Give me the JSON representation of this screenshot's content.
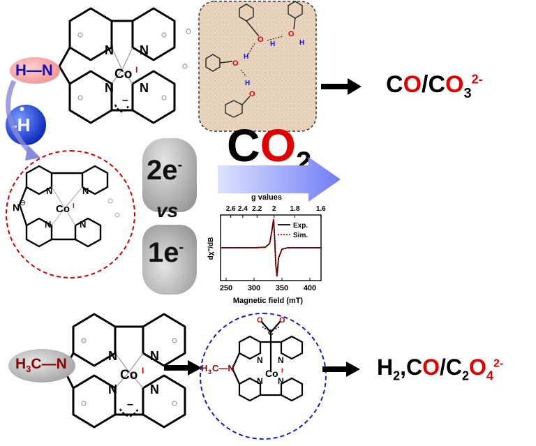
{
  "top": {
    "nh_label": "H—N",
    "metal": "Co",
    "ox": "I",
    "hydrogen_atom": "-H",
    "hydrogen_dot": "•"
  },
  "phenol_box": {
    "atoms": [
      "O",
      "H",
      "O",
      "H",
      "O",
      "H",
      "O",
      "H"
    ]
  },
  "products_top": {
    "co_c": "C",
    "co_o": "O",
    "slash": "/",
    "co3_c": "C",
    "co3_o": "O",
    "co3_sub": "3",
    "co3_sup": "2-"
  },
  "co2": {
    "c": "C",
    "o": "O",
    "sub": "2"
  },
  "electrons": {
    "two": "2e",
    "two_sup": "-",
    "vs": "vs",
    "one": "1e",
    "one_sup": "-"
  },
  "circle_complex": {
    "n_minus": "N",
    "minus": "⊖",
    "metal": "Co",
    "ox": "I"
  },
  "epr": {
    "top_title": "g values",
    "g_ticks": [
      "2.6",
      "2.4",
      "2.2",
      "2",
      "1.8",
      "1.6"
    ],
    "ylabel": "dχ''/dB",
    "xlabel": "Magnetic field (mT)",
    "x_ticks": [
      "250",
      "300",
      "350",
      "400"
    ],
    "legend": [
      {
        "name": "Exp.",
        "color": "#000000",
        "style": "solid"
      },
      {
        "name": "Sim.",
        "color": "#cc0000",
        "style": "dotted"
      }
    ]
  },
  "bottom": {
    "methyl": "H",
    "methyl_sub": "3",
    "methyl_c": "C—N",
    "metal": "Co",
    "ox": "I",
    "adduct_methyl": "H",
    "adduct_sub": "3",
    "adduct_c": "C—N",
    "adduct_co2_c": "C",
    "adduct_o1": "O",
    "adduct_o2": "O"
  },
  "products_bottom": {
    "h": "H",
    "h_sub": "2",
    "comma": ",",
    "c1": "C",
    "o1": "O",
    "slash": "/",
    "c2": "C",
    "c2_sub": "2",
    "o2": "O",
    "o2_sub": "4",
    "sup": "2-"
  },
  "chart_data": {
    "type": "line",
    "title": "",
    "xlabel": "Magnetic field (mT)",
    "ylabel": "dχ''/dB",
    "xlim": [
      240,
      420
    ],
    "x_ticks": [
      250,
      300,
      350,
      400
    ],
    "secondary_x_label": "g values",
    "secondary_x_ticks": [
      2.6,
      2.4,
      2.2,
      2.0,
      1.8,
      1.6
    ],
    "series": [
      {
        "name": "Exp.",
        "x": [
          240,
          300,
          320,
          328,
          332,
          335,
          337,
          339,
          341,
          344,
          350,
          360,
          380,
          420
        ],
        "y": [
          0,
          0,
          0.02,
          0.15,
          0.6,
          1.0,
          0.3,
          -0.6,
          -1.0,
          -0.35,
          -0.05,
          0,
          0,
          0
        ]
      },
      {
        "name": "Sim.",
        "x": [
          240,
          300,
          320,
          328,
          332,
          335,
          337,
          339,
          341,
          344,
          350,
          360,
          380,
          420
        ],
        "y": [
          0,
          0,
          0.02,
          0.15,
          0.6,
          1.0,
          0.3,
          -0.6,
          -1.0,
          -0.35,
          -0.05,
          0,
          0,
          0
        ]
      }
    ],
    "grid": false,
    "legend": "top-right"
  }
}
